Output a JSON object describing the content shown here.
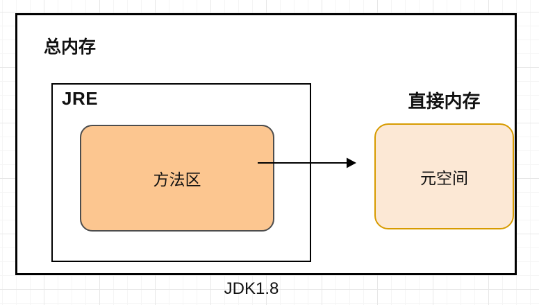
{
  "diagram": {
    "title_caption": "JDK1.8",
    "outer_box_label": "总内存",
    "jre_box_label": "JRE",
    "method_area_label": "方法区",
    "direct_memory_label": "直接内存",
    "metaspace_label": "元空间",
    "arrow": {
      "from": "方法区",
      "to": "元空间",
      "direction": "right"
    }
  },
  "colors": {
    "method-area-fill": "#fcc690",
    "method-area-stroke": "#4d4d4d",
    "metaspace-fill": "#fce8d5",
    "metaspace-stroke": "#d79b00",
    "box-stroke": "#000000",
    "text-color": "#111111"
  }
}
